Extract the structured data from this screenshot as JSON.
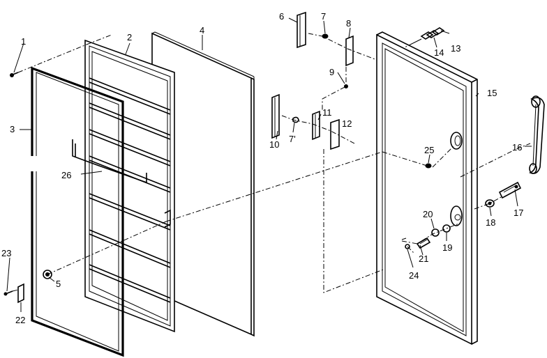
{
  "callouts": [
    "1",
    "2",
    "3",
    "4",
    "5",
    "6",
    "7",
    "8",
    "9",
    "10",
    "7'",
    "11",
    "12",
    "13",
    "14",
    "15",
    "16",
    "25",
    "26",
    "20",
    "21",
    "19",
    "24",
    "18",
    "17",
    "22",
    "23"
  ]
}
